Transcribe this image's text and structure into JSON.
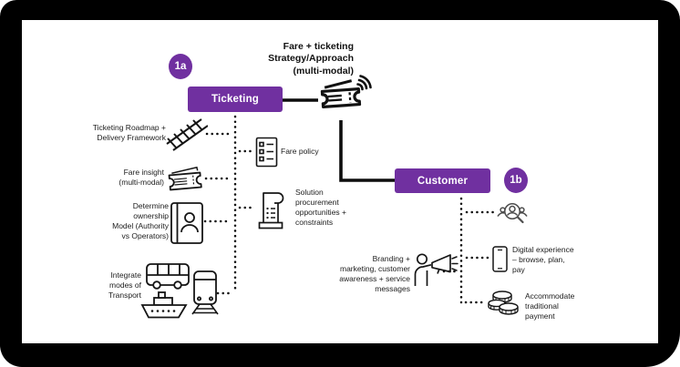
{
  "diagram": {
    "title": "Fare + ticketing\nStrategy/Approach\n(multi-modal)",
    "center_icon": "contactless-ticket-icon",
    "colors": {
      "accent_purple": "#7030A0",
      "line_black": "#0d0d0d",
      "frame_black": "#000000",
      "canvas_white": "#ffffff"
    },
    "ticketing_branch": {
      "badge": "1a",
      "box_label": "Ticketing",
      "items": [
        {
          "icon": "railway-track-icon",
          "label": "Ticketing Roadmap +\nDelivery Framework"
        },
        {
          "icon": "checklist-icon",
          "label": "Fare policy"
        },
        {
          "icon": "ticket-icon",
          "label": "Fare insight\n(multi-modal)"
        },
        {
          "icon": "scroll-icon",
          "label": "Solution\nprocurement\nopportunities +\nconstraints"
        },
        {
          "icon": "contact-book-icon",
          "label": "Determine\nownership\nModel (Authority\nvs Operators)"
        },
        {
          "icon": "transport-modes-icon",
          "label": "Integrate\nmodes of\nTransport"
        }
      ]
    },
    "customer_branch": {
      "badge": "1b",
      "box_label": "Customer",
      "items": [
        {
          "icon": "customer-research-icon",
          "label": ""
        },
        {
          "icon": "megaphone-icon",
          "label": "Branding +\nmarketing, customer\nawareness + service\nmessages"
        },
        {
          "icon": "smartphone-icon",
          "label": "Digital experience\n– browse, plan,\npay"
        },
        {
          "icon": "coins-icon",
          "label": "Accommodate\ntraditional\npayment"
        }
      ]
    }
  }
}
